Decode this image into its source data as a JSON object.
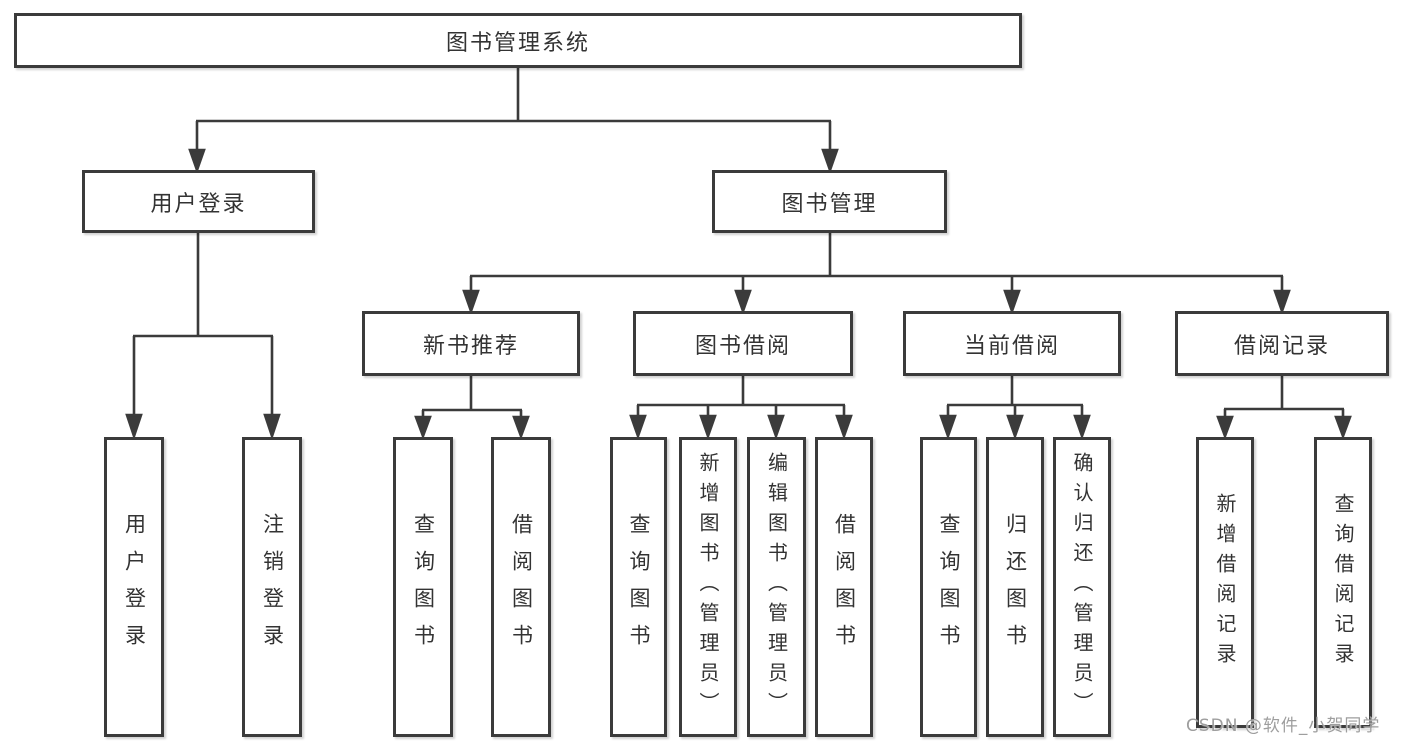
{
  "nodes": {
    "root": "图书管理系统",
    "level2": [
      "用户登录",
      "图书管理"
    ],
    "level3": [
      "新书推荐",
      "图书借阅",
      "当前借阅",
      "借阅记录"
    ],
    "leaves": {
      "user_login": [
        "用户登录",
        "注销登录"
      ],
      "new_books": [
        "查询图书",
        "借阅图书"
      ],
      "book_borrow": [
        "查询图书",
        "新增图书（管理员）",
        "编辑图书（管理员）",
        "借阅图书"
      ],
      "current_borrow": [
        "查询图书",
        "归还图书",
        "确认归还（管理员）"
      ],
      "borrow_records": [
        "新增借阅记录",
        "查询借阅记录"
      ]
    }
  },
  "watermark": "CSDN @软件_小贺同学",
  "colors": {
    "line": "#3b3b3b",
    "box_border": "#3b3b3b",
    "text": "#333333",
    "watermark": "#9e9e9e",
    "background": "#ffffff"
  }
}
